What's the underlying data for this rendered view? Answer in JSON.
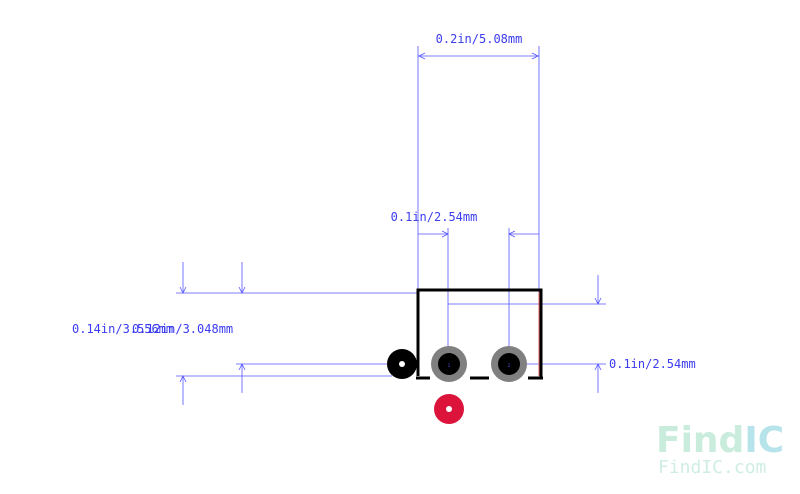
{
  "dimensions": {
    "top_width": "0.2in/5.08mm",
    "pin_pitch_top": "0.1in/2.54mm",
    "left_height_a": "0.14in/3.556mm",
    "left_height_b": "0.12in/3.048mm",
    "right_pitch": "0.1in/2.54mm"
  },
  "pads": [
    {
      "label": "1"
    },
    {
      "label": "2"
    }
  ],
  "watermark": {
    "logo_part1": "Find",
    "logo_part2": "IC",
    "url": "FindIC.com"
  },
  "colors": {
    "dimension": "#5555ff",
    "outline": "#000000",
    "pad_ring": "#808080",
    "pad_center": "#000000",
    "marker_black": "#000000",
    "marker_red": "#dc143c",
    "watermark_green": "#c9ecdc",
    "watermark_teal": "#b6e4ea"
  }
}
